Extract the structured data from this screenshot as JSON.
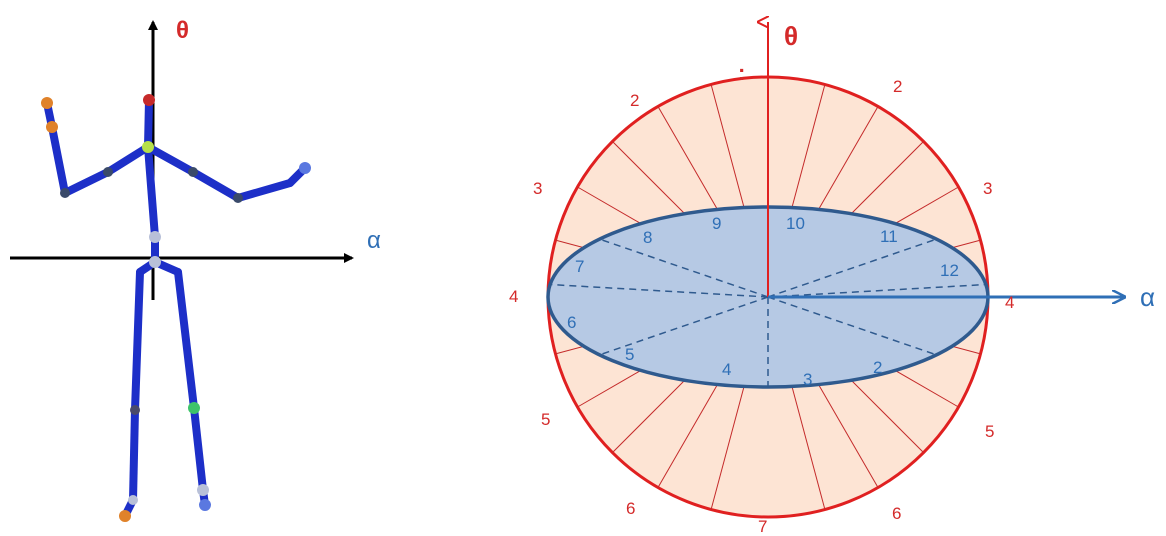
{
  "skeleton_figure": {
    "vertical_axis_label": "θ",
    "horizontal_axis_label": "α",
    "joint_colors": {
      "head": "#c62a2a",
      "neck": "#b6e04a",
      "hip_center": "#b8c0d8",
      "left_hand": "#e0822a",
      "right_hand": "#5a78e0",
      "elbow": "#3a4a6a",
      "knee_left": "#4a4a6a",
      "knee_right": "#3ec46a",
      "foot_left": "#e0822a",
      "foot_right": "#5a78e0"
    },
    "bone_color": "#1d2fc8"
  },
  "polar_diagram": {
    "vertical_axis_label": "θ",
    "horizontal_axis_label": "α",
    "top_tick_label": ":",
    "outer_sector_labels": [
      {
        "text": "2",
        "side": "left"
      },
      {
        "text": "2",
        "side": "right"
      },
      {
        "text": "3",
        "side": "left"
      },
      {
        "text": "3",
        "side": "right"
      },
      {
        "text": "4",
        "side": "left"
      },
      {
        "text": "4",
        "side": "right"
      },
      {
        "text": "5",
        "side": "left"
      },
      {
        "text": "5",
        "side": "right"
      },
      {
        "text": "6",
        "side": "left"
      },
      {
        "text": "6",
        "side": "right"
      },
      {
        "text": "7",
        "side": "bottom"
      }
    ],
    "inner_sector_labels": [
      "8",
      "9",
      "10",
      "11",
      "12",
      "7",
      "6",
      "5",
      "4",
      "3",
      "2"
    ],
    "colors": {
      "circle_stroke": "#e02020",
      "circle_fill": "#fde4d4",
      "ellipse_stroke": "#2f5a8e",
      "ellipse_fill": "#b6c9e4",
      "alpha_axis": "#2f6fb6",
      "theta_axis": "#e02020"
    }
  }
}
